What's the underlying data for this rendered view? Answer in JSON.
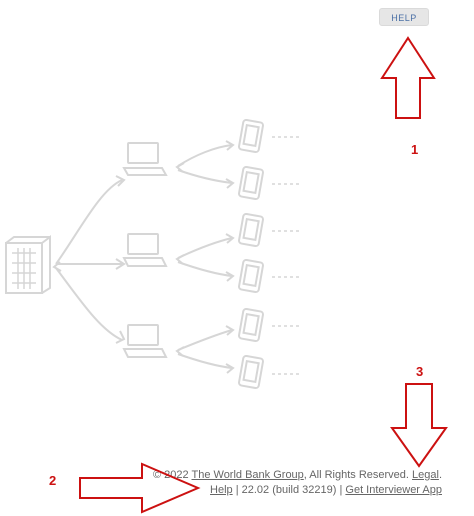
{
  "header": {
    "help_button_label": "HELP"
  },
  "annotations": {
    "marker_1": "1",
    "marker_2": "2",
    "marker_3": "3",
    "accent_color": "#cc1111"
  },
  "footer": {
    "copyright_prefix": "© 2022 ",
    "org_link": "The World Bank Group",
    "rights_text": ", All Rights Reserved. ",
    "legal_link": "Legal",
    "legal_suffix": ".",
    "help_link": "Help",
    "version_text": " | 22.02 (build 32219) | ",
    "app_link": "Get Interviewer App"
  },
  "diagram": {
    "icons": [
      "server-icon",
      "laptop-icon",
      "tablet-icon"
    ]
  }
}
